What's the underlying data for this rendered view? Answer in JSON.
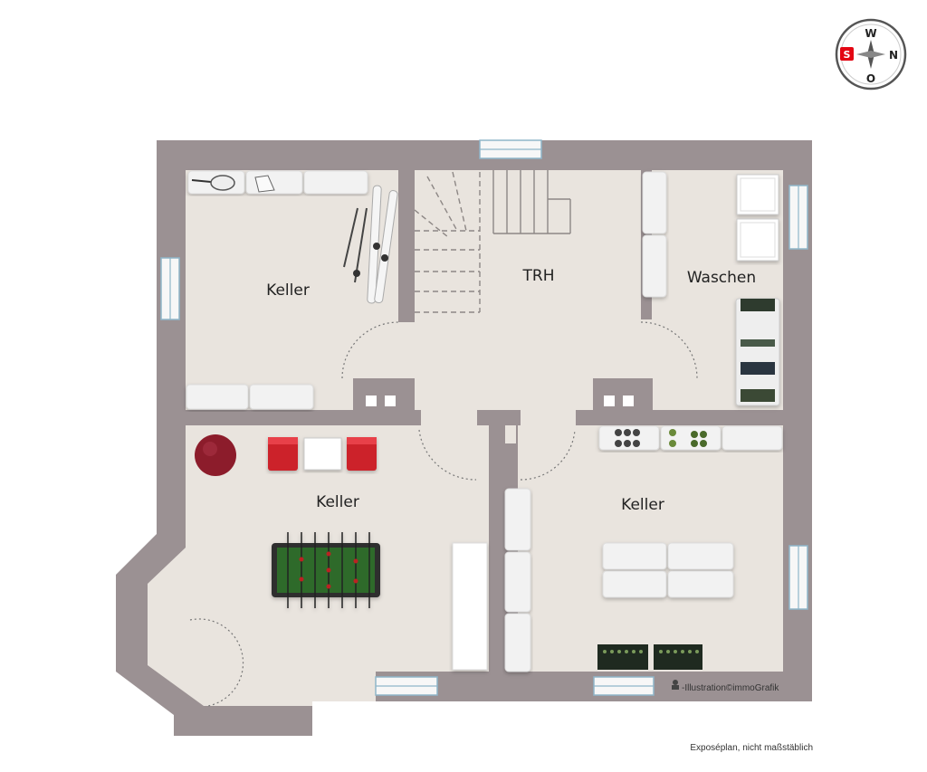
{
  "plan": {
    "rooms": [
      {
        "key": "keller_nw",
        "label": "Keller"
      },
      {
        "key": "trh",
        "label": "TRH"
      },
      {
        "key": "waschen",
        "label": "Waschen"
      },
      {
        "key": "keller_sw",
        "label": "Keller"
      },
      {
        "key": "keller_se",
        "label": "Keller"
      }
    ],
    "credit": "-Illustration©immoGrafik",
    "footnote": "Exposéplan, nicht maßstäblich"
  },
  "compass": {
    "north": "N",
    "south": "S",
    "east": "O",
    "west": "W",
    "badge": "S"
  },
  "colors": {
    "wall": "#9b9193",
    "floor": "#e9e4de",
    "red_furniture": "#cc2229",
    "ball": "#8c1c2b",
    "foosball": "#2f6b2c"
  }
}
